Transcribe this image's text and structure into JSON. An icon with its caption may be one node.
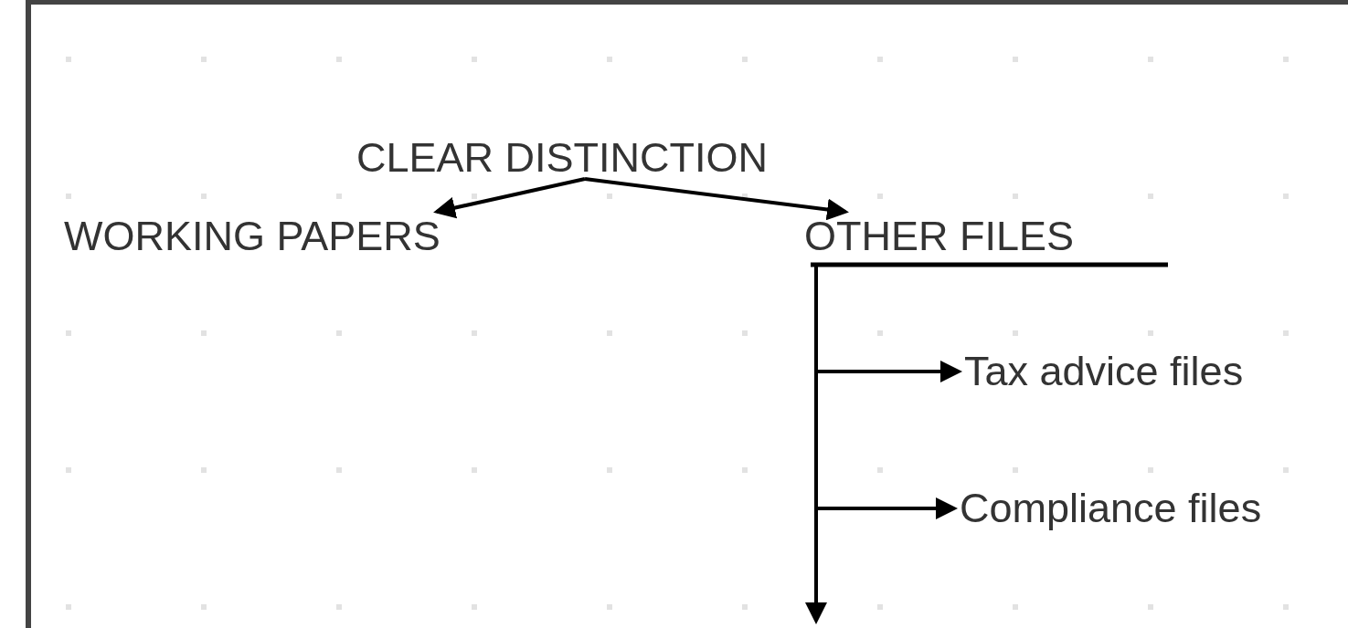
{
  "diagram": {
    "nodes": [
      {
        "text": [
          "CLEAR DISTINCTION"
        ]
      },
      {
        "text": [
          "WORKING PAPERS"
        ]
      },
      {
        "text": [
          "OTHER FILES"
        ]
      },
      {
        "text": [
          "Tax advice files"
        ]
      },
      {
        "text": [
          "Compliance files"
        ]
      }
    ],
    "edges": [
      {
        "from": 0,
        "to": 1,
        "arrow": "to"
      },
      {
        "from": 0,
        "to": 2,
        "arrow": "to"
      },
      {
        "from": 2,
        "to": 3,
        "arrow": "to"
      },
      {
        "from": 2,
        "to": 4,
        "arrow": "to"
      },
      {
        "from": 2,
        "to": null,
        "arrow": "to"
      }
    ]
  }
}
